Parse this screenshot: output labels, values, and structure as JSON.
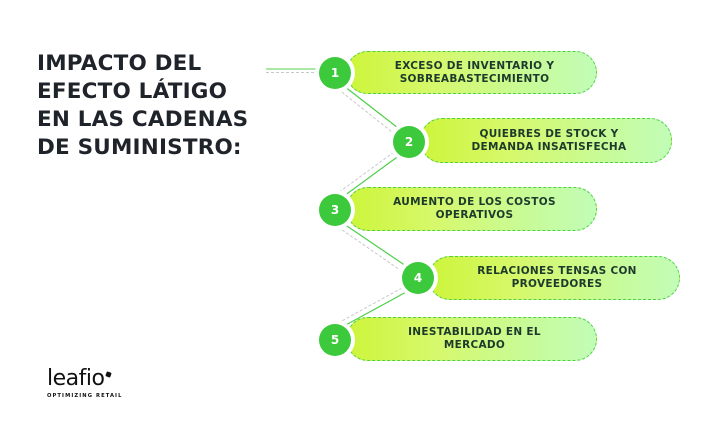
{
  "title": {
    "lines": [
      "IMPACTO DEL",
      "EFECTO LÁTIGO",
      "EN LAS CADENAS",
      "DE SUMINISTRO:"
    ]
  },
  "colors": {
    "circle": "#3cc93c",
    "pill_start": "#cdf53a",
    "pill_end": "#c2fdb8",
    "pill_border": "#4fcf4a",
    "text_dark": "#1d3a2c",
    "title": "#1f232a"
  },
  "steps": [
    {
      "number": "1",
      "line1": "EXCESO DE INVENTARIO Y",
      "line2": "SOBREABASTECIMIENTO"
    },
    {
      "number": "2",
      "line1": "QUIEBRES DE STOCK Y",
      "line2": "DEMANDA INSATISFECHA"
    },
    {
      "number": "3",
      "line1": "AUMENTO DE LOS COSTOS",
      "line2": "OPERATIVOS"
    },
    {
      "number": "4",
      "line1": "RELACIONES TENSAS CON",
      "line2": "PROVEEDORES"
    },
    {
      "number": "5",
      "line1": "INESTABILIDAD EN EL",
      "line2": "MERCADO"
    }
  ],
  "logo": {
    "word": "leafio",
    "tagline": "OPTIMIZING RETAIL"
  }
}
